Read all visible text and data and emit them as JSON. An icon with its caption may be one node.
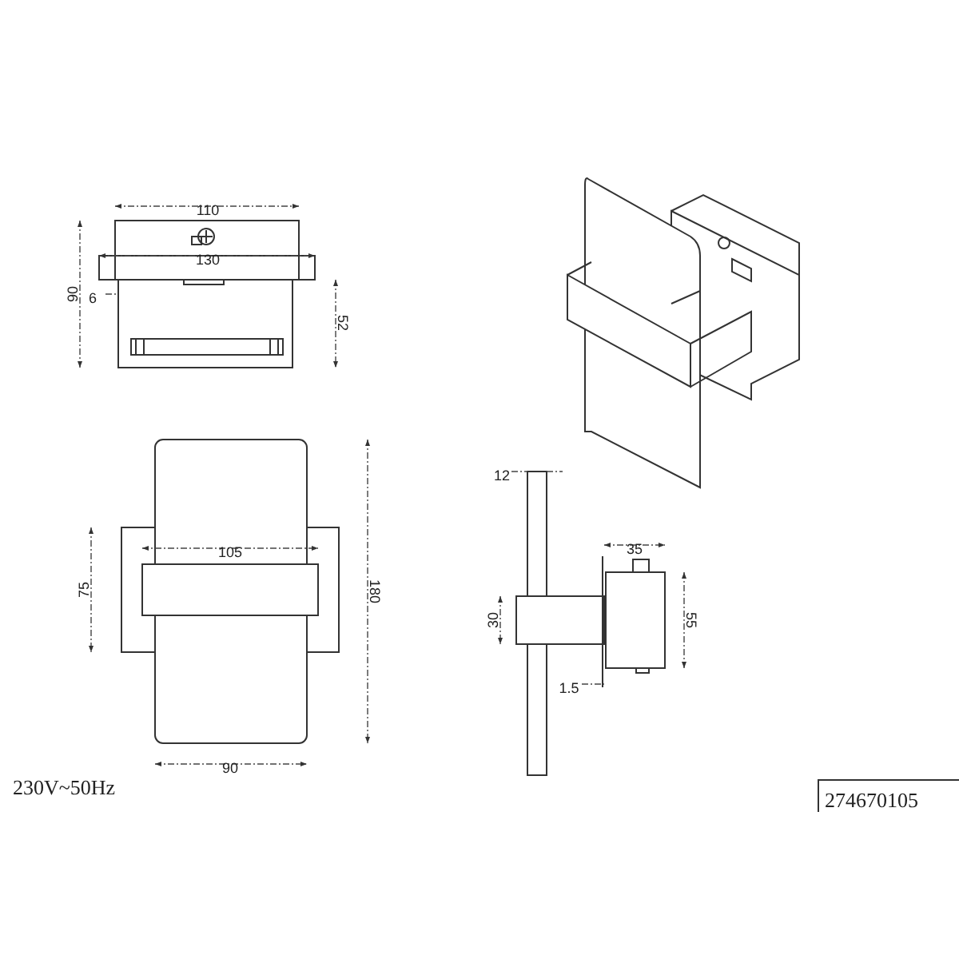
{
  "diagram": {
    "labels": [
      "110",
      "130",
      "90",
      "6",
      "52",
      "105",
      "75",
      "180",
      "90",
      "12",
      "35",
      "30",
      "55",
      "1.5",
      "230V~50Hz",
      "274670105"
    ]
  }
}
